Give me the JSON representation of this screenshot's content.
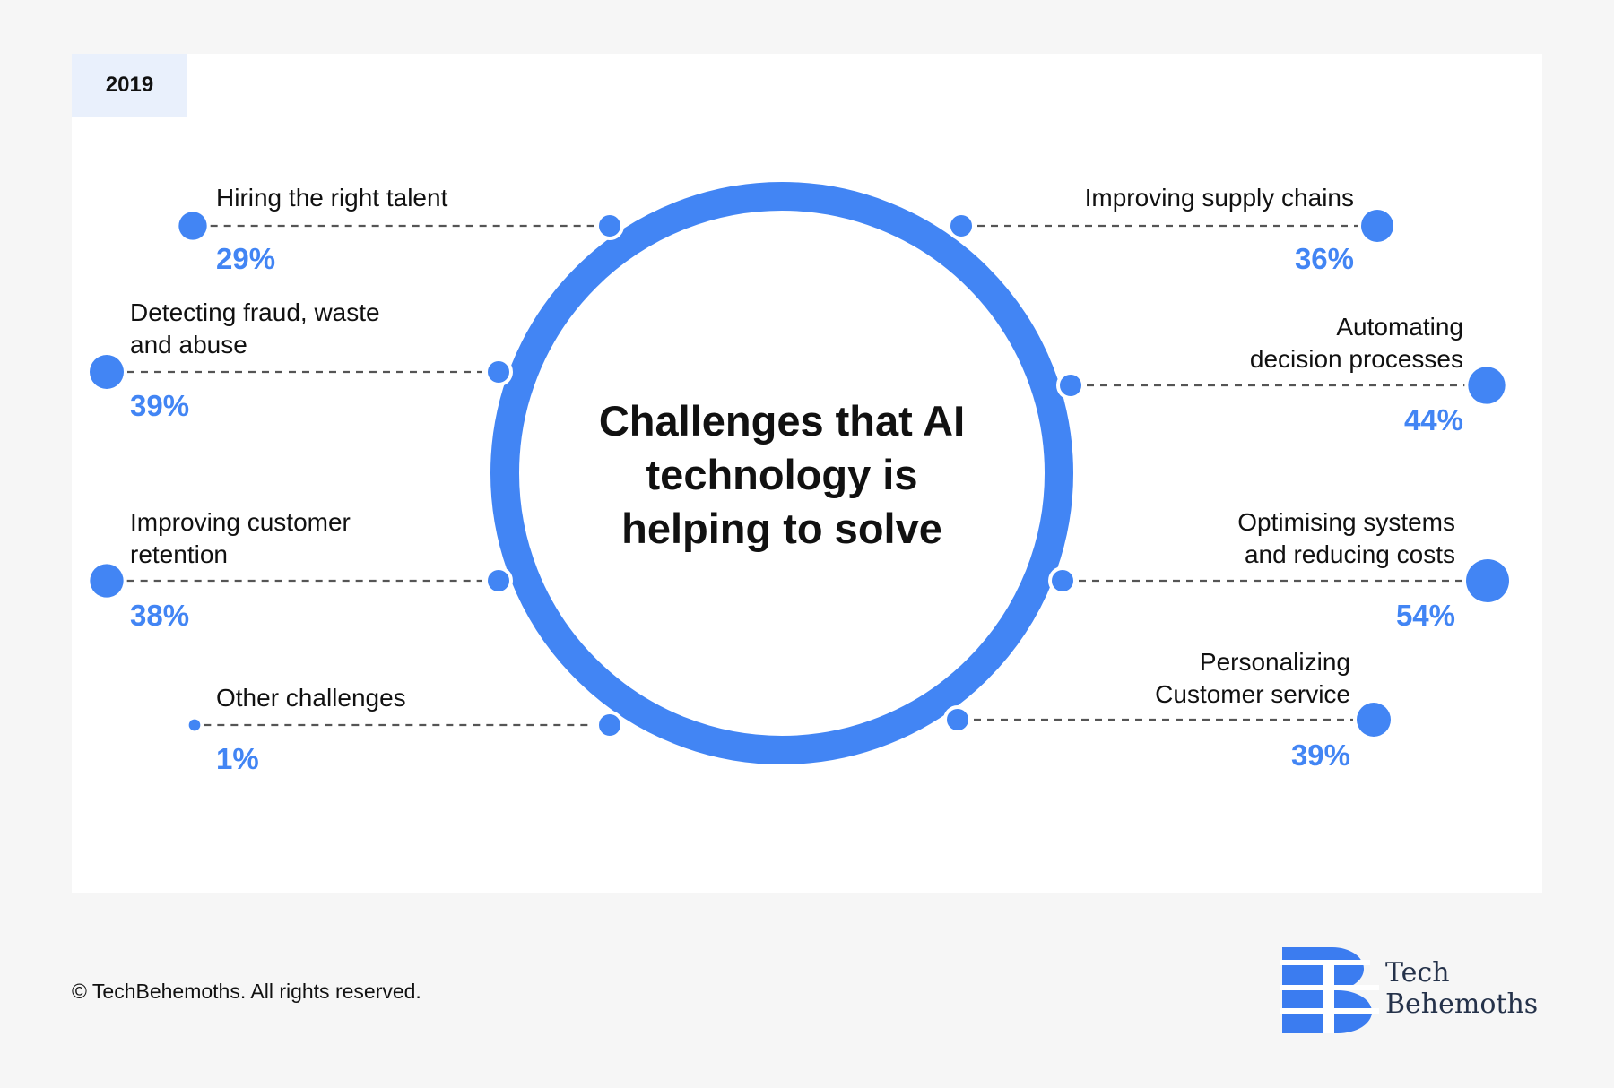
{
  "year_tag": "2019",
  "footer": {
    "copyright": "© TechBehemoths. All rights reserved.",
    "brand_line1": "Tech",
    "brand_line2": "Behemoths"
  },
  "colors": {
    "accent": "#4285f4",
    "ring": "#4285f4",
    "text": "#111111",
    "dash": "#555555"
  },
  "chart_data": {
    "type": "radial-callout",
    "title_lines": [
      "Challenges that AI",
      "technology is",
      "helping to solve"
    ],
    "items": [
      {
        "label": [
          "Hiring the right talent"
        ],
        "value": 29,
        "value_label": "29%",
        "side": "left"
      },
      {
        "label": [
          "Detecting fraud, waste",
          "and abuse"
        ],
        "value": 39,
        "value_label": "39%",
        "side": "left"
      },
      {
        "label": [
          "Improving customer",
          "retention"
        ],
        "value": 38,
        "value_label": "38%",
        "side": "left"
      },
      {
        "label": [
          "Other challenges"
        ],
        "value": 1,
        "value_label": "1%",
        "side": "left"
      },
      {
        "label": [
          "Improving supply chains"
        ],
        "value": 36,
        "value_label": "36%",
        "side": "right"
      },
      {
        "label": [
          "Automating",
          "decision processes"
        ],
        "value": 44,
        "value_label": "44%",
        "side": "right"
      },
      {
        "label": [
          "Optimising systems",
          "and reducing costs"
        ],
        "value": 54,
        "value_label": "54%",
        "side": "right"
      },
      {
        "label": [
          "Personalizing",
          "Customer service"
        ],
        "value": 39,
        "value_label": "39%",
        "side": "right"
      }
    ]
  }
}
